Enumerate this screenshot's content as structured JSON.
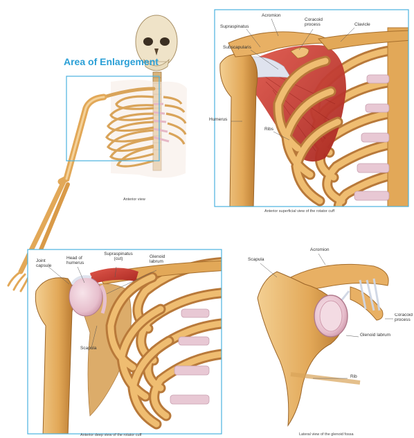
{
  "colors": {
    "bone": "#e2a858",
    "bone_dark": "#b47a34",
    "bone_light": "#f4d29a",
    "cartilage": "#e8c8d4",
    "muscle": "#c83a34",
    "tendon": "#dfe3ee",
    "frame": "#4ab2e0",
    "enlarge_text": "#2a9fd6",
    "label_text": "#333333"
  },
  "area_of_enlargement": "Area of Enlargement",
  "panels": {
    "anterior": {
      "caption": "Anterior view"
    },
    "superficial": {
      "caption": "Anterior superficial view of the rotator cuff",
      "labels": {
        "acromion": "Acromion",
        "coracoid": "Coracoid process",
        "supraspinatus": "Supraspinatus",
        "clavicle": "Clavicle",
        "subscapularis": "Subscapularis",
        "humerus": "Humerus",
        "ribs": "Ribs"
      }
    },
    "deep": {
      "caption": "Anterior deep view of the rotator cuff",
      "labels": {
        "joint_capsule": "Joint capsule",
        "head_of_humerus": "Head of humerus",
        "supraspinatus_cut": "Supraspinatus (cut)",
        "glenoid_labrum": "Glenoid labrum",
        "scapula": "Scapula"
      }
    },
    "lateral": {
      "caption": "Lateral view of the glenoid fossa",
      "labels": {
        "acromion": "Acromion",
        "scapula": "Scapula",
        "coracoid": "Coracoid process",
        "glenoid_labrum": "Glenoid labrum",
        "rib": "Rib"
      }
    }
  }
}
